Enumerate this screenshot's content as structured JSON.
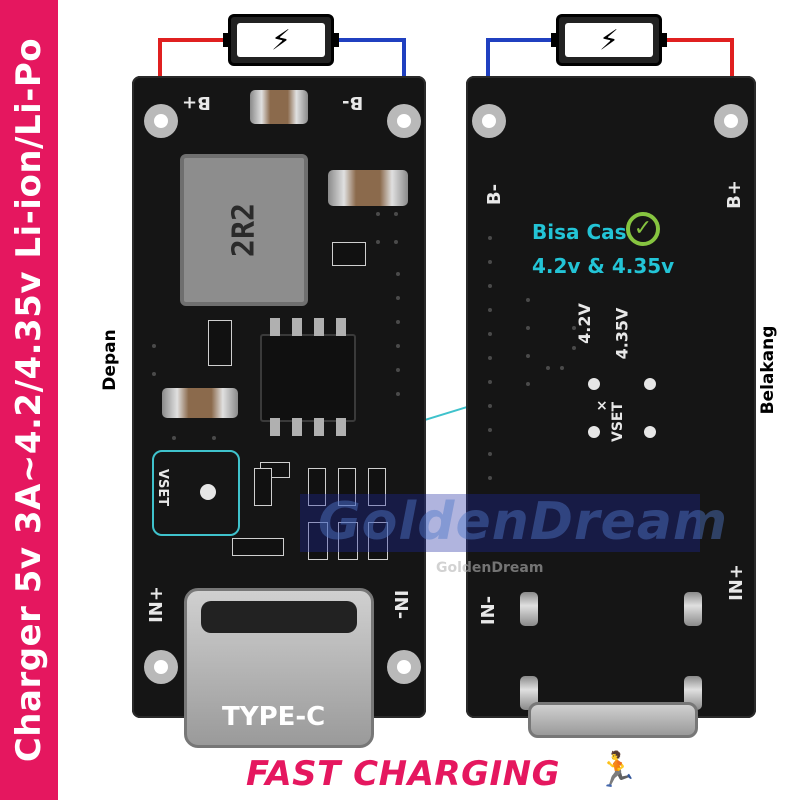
{
  "colors": {
    "pink": "#e5175f",
    "red_wire": "#e02020",
    "blue_wire": "#2040c0",
    "cyan": "#23c4d6",
    "green_check": "#86c440"
  },
  "banner": {
    "text": "Charger 5v 3A~4.2/4.35v Li-ion/Li-Po"
  },
  "labels": {
    "front": "Depan",
    "back": "Belakang"
  },
  "front_board": {
    "b_plus": "B+",
    "b_minus": "B-",
    "in_plus": "IN+",
    "in_minus": "IN-",
    "inductor": "2R2",
    "vset": "VSET",
    "typec": "TYPE-C"
  },
  "back_board": {
    "b_minus": "B-",
    "b_plus": "B+",
    "in_minus": "IN-",
    "in_plus": "IN+",
    "v42": "4.2V",
    "v435": "4.35V",
    "vset": "VSET",
    "x_mark": "×"
  },
  "info": {
    "line1": "Bisa Cas",
    "line2": "4.2v & 4.35v"
  },
  "watermark": {
    "main": "GoldenDream",
    "sub": "GoldenDream"
  },
  "footer": {
    "text": "FAST CHARGING"
  },
  "icons": {
    "battery": "lightning-bolt-icon",
    "check": "check-circle-icon",
    "runner": "running-figure-icon"
  }
}
